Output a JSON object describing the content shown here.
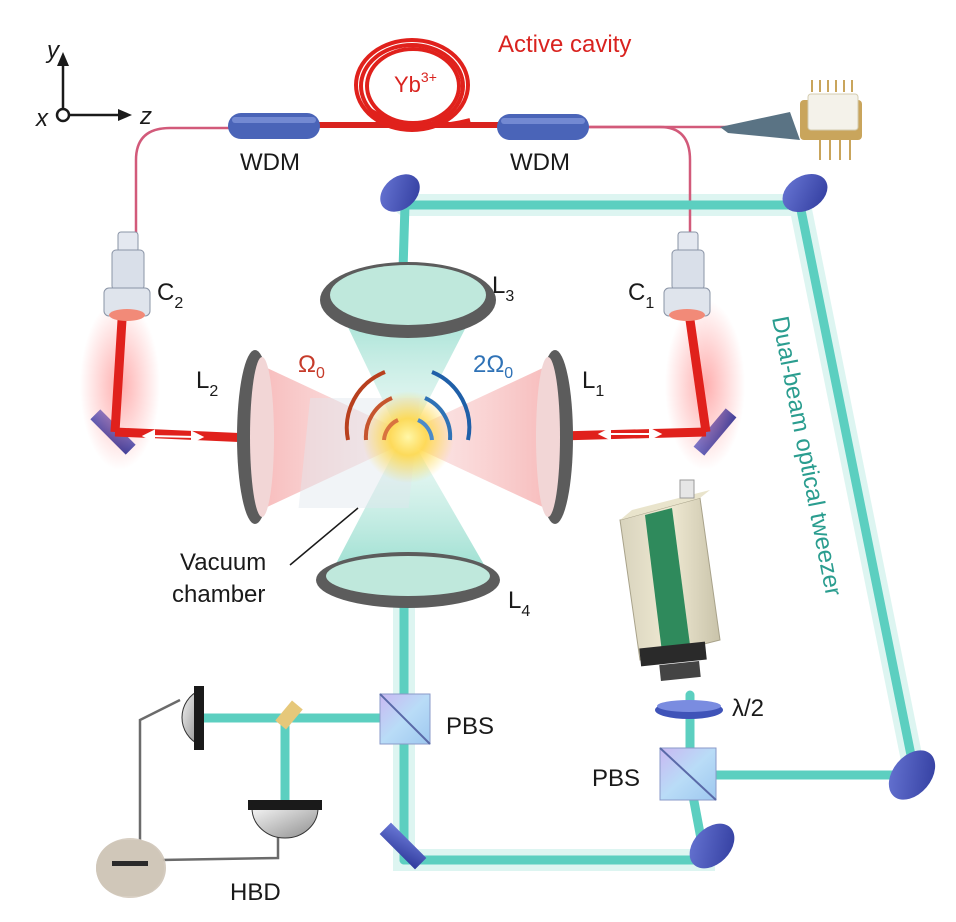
{
  "axes": {
    "y": "y",
    "x": "x",
    "z": "z"
  },
  "active_cavity": {
    "label": "Active cavity",
    "ion": "Yb",
    "ion_charge": "3+"
  },
  "wdm_left": "WDM",
  "wdm_right": "WDM",
  "collimators": {
    "c1": "C",
    "c1_sub": "1",
    "c2": "C",
    "c2_sub": "2"
  },
  "lenses": {
    "l1": "L",
    "l1_sub": "1",
    "l2": "L",
    "l2_sub": "2",
    "l3": "L",
    "l3_sub": "3",
    "l4": "L",
    "l4_sub": "4"
  },
  "frequencies": {
    "omega0": "Ω",
    "omega0_sub": "0",
    "two_omega0": "2Ω",
    "two_omega0_sub": "0"
  },
  "vacuum_chamber": {
    "line1": "Vacuum",
    "line2": "chamber"
  },
  "tweezer_label": "Dual-beam optical tweezer",
  "pbs_upper": "PBS",
  "pbs_lower": "PBS",
  "half_wave": "λ/2",
  "hbd": "HBD",
  "colors": {
    "red_fiber": "#d9231f",
    "pink_fiber": "#d25a7a",
    "teal_beam": "#5ccfc0",
    "orange_label": "#c63b2a",
    "blue_label": "#2f72b6",
    "teal_label": "#2a9d8f",
    "wdm_blue": "#4a64b8",
    "lens_grey": "#4a4a4a"
  }
}
